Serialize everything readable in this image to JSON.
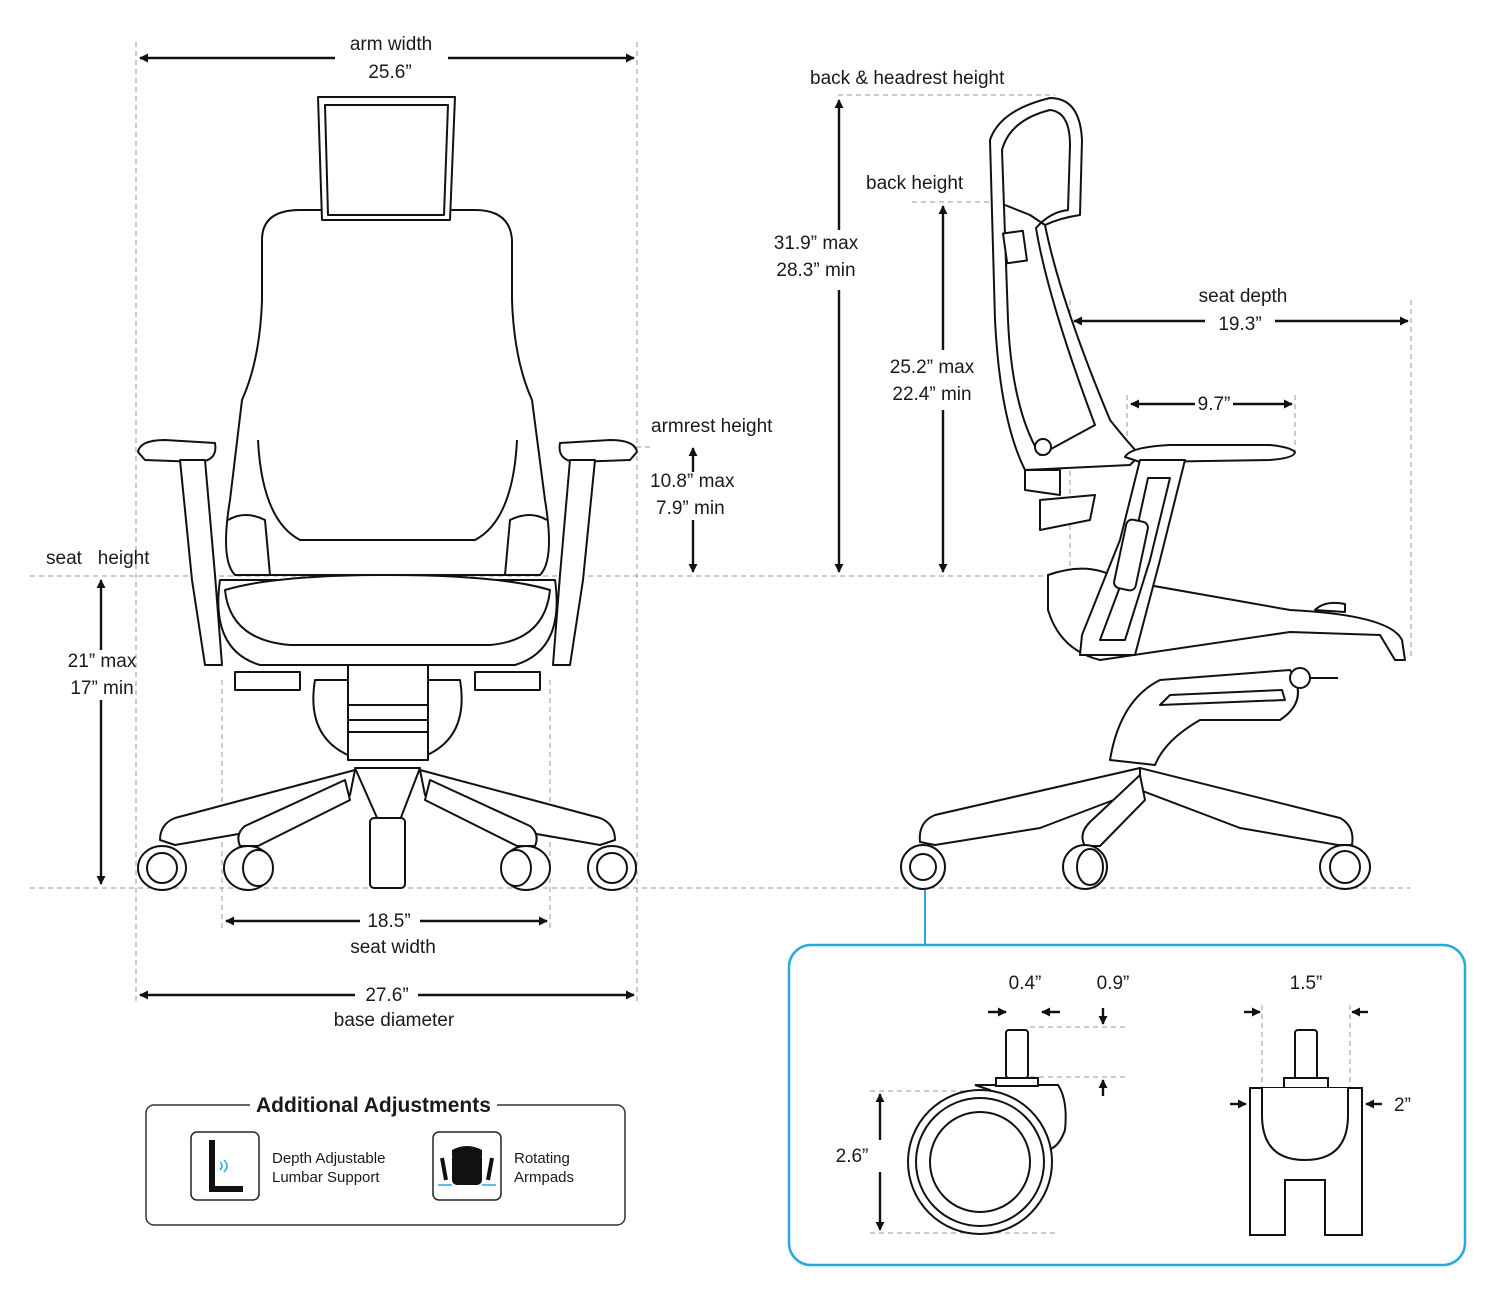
{
  "dimensions": {
    "arm_width": {
      "label": "arm width",
      "value": "25.6”"
    },
    "back_headrest_height": {
      "label": "back & headrest height",
      "max": "31.9” max",
      "min": "28.3” min"
    },
    "back_height": {
      "label": "back height",
      "max": "25.2” max",
      "min": "22.4” min"
    },
    "seat_depth": {
      "label": "seat depth",
      "value": "19.3”"
    },
    "armrest_depth": {
      "value": "9.7”"
    },
    "armrest_height": {
      "label": "armrest height",
      "max": "10.8” max",
      "min": "7.9” min"
    },
    "seat_height": {
      "label": "seat   height",
      "max": "21” max",
      "min": "17” min"
    },
    "seat_width": {
      "label": "seat width",
      "value": "18.5”"
    },
    "base_diameter": {
      "label": "base diameter",
      "value": "27.6”"
    }
  },
  "caster": {
    "stem_width": "0.4”",
    "stem_height": "0.9”",
    "wheel_height": "2.6”",
    "wheel_width": "1.5”",
    "housing_width": "2”",
    "frame_color": "#29a8e0"
  },
  "adjustments": {
    "title": "Additional Adjustments",
    "items": [
      {
        "icon": "lumbar-icon",
        "line1": "Depth Adjustable",
        "line2": "Lumbar Support"
      },
      {
        "icon": "armpad-icon",
        "line1": "Rotating",
        "line2": "Armpads"
      }
    ]
  }
}
